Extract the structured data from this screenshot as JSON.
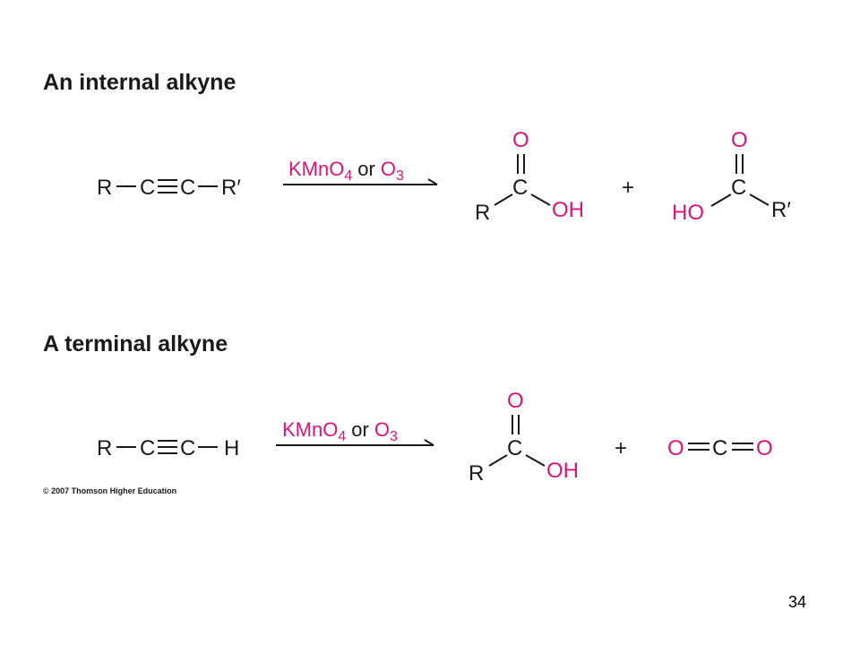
{
  "colors": {
    "text": "#1a1a1a",
    "accent": "#d6177a",
    "background": "#ffffff"
  },
  "internal": {
    "title": "An internal alkyne",
    "reactant": {
      "r": "R",
      "c1": "C",
      "c2": "C",
      "r2": "R′"
    },
    "reagent": {
      "km": "KMnO",
      "km_sub": "4",
      "or": "or",
      "o3": "O",
      "o3_sub": "3"
    },
    "product1": {
      "o": "O",
      "c": "C",
      "r": "R",
      "oh": "OH"
    },
    "plus": "+",
    "product2": {
      "o": "O",
      "c": "C",
      "ho": "HO",
      "r2": "R′"
    }
  },
  "terminal": {
    "title": "A terminal alkyne",
    "reactant": {
      "r": "R",
      "c1": "C",
      "c2": "C",
      "h": "H"
    },
    "reagent": {
      "km": "KMnO",
      "km_sub": "4",
      "or": "or",
      "o3": "O",
      "o3_sub": "3"
    },
    "product1": {
      "o": "O",
      "c": "C",
      "r": "R",
      "oh": "OH"
    },
    "plus": "+",
    "product2": {
      "o1": "O",
      "c": "C",
      "o2": "O"
    }
  },
  "copyright": "© 2007 Thomson Higher Education",
  "page_number": "34"
}
